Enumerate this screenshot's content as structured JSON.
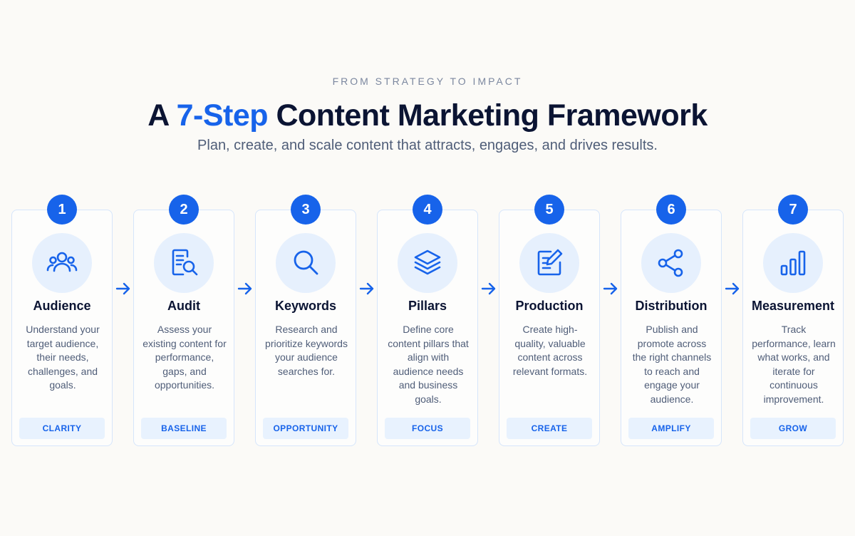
{
  "header": {
    "eyebrow": "FROM STRATEGY TO IMPACT",
    "title_prefix": "A ",
    "title_accent": "7-Step",
    "title_suffix": " Content Marketing Framework",
    "subtitle": "Plan, create, and scale content that attracts, engages, and drives results."
  },
  "colors": {
    "accent": "#1763ea",
    "icon_bg": "#e6f0fd",
    "tag_bg": "#e8f2fe",
    "card_border": "#d6e5fb",
    "heading": "#0b1433",
    "body_text": "#4f5d78"
  },
  "steps": [
    {
      "number": "1",
      "icon": "users-icon",
      "title": "Audience",
      "description": "Understand your target audience, their needs, challenges, and goals.",
      "tag": "CLARITY"
    },
    {
      "number": "2",
      "icon": "document-search-icon",
      "title": "Audit",
      "description": "Assess your existing content for performance, gaps, and opportunities.",
      "tag": "BASELINE"
    },
    {
      "number": "3",
      "icon": "search-icon",
      "title": "Keywords",
      "description": "Research and prioritize keywords your audience searches for.",
      "tag": "OPPORTUNITY"
    },
    {
      "number": "4",
      "icon": "layers-icon",
      "title": "Pillars",
      "description": "Define core content pillars that align with audience needs and business goals.",
      "tag": "FOCUS"
    },
    {
      "number": "5",
      "icon": "edit-document-icon",
      "title": "Production",
      "description": "Create high-quality, valuable content across relevant formats.",
      "tag": "CREATE"
    },
    {
      "number": "6",
      "icon": "share-icon",
      "title": "Distribution",
      "description": "Publish and promote across the right channels to reach and engage your audience.",
      "tag": "AMPLIFY"
    },
    {
      "number": "7",
      "icon": "bar-chart-icon",
      "title": "Measurement",
      "description": "Track performance, learn what works, and iterate for continuous improvement.",
      "tag": "GROW"
    }
  ]
}
